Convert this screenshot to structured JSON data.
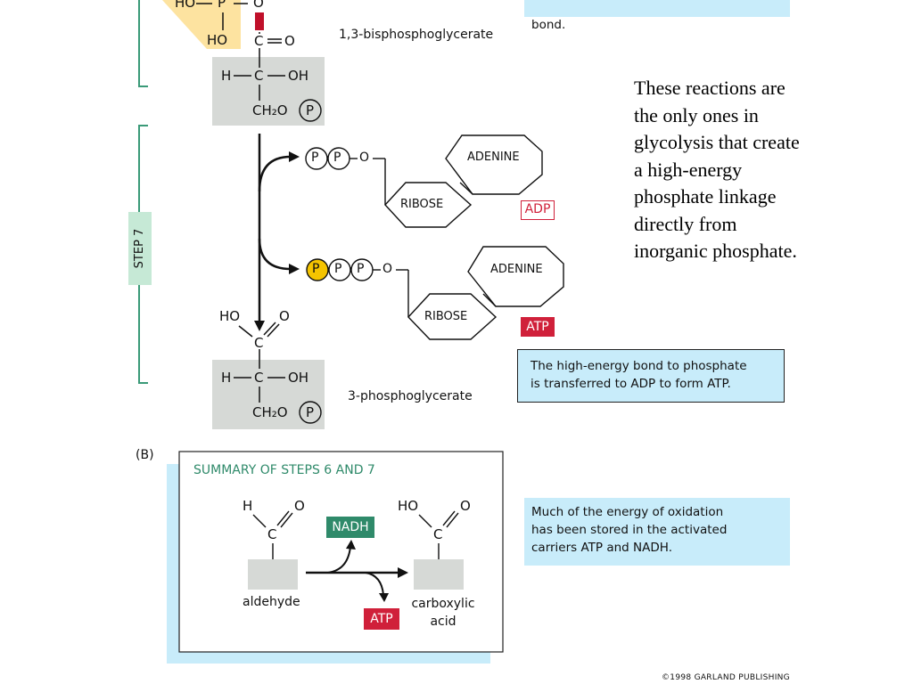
{
  "diagram": {
    "top_note": "bond.",
    "bpg": {
      "label": "1,3-bisphosphoglycerate",
      "atoms": {
        "HO1": "HO",
        "P": "P",
        "O_top": "O",
        "HO2": "HO",
        "C": "C",
        "O_dbl": "O",
        "H": "H",
        "C2": "C",
        "OH": "OH",
        "CH2O": "CH₂O",
        "Pcircle": "P"
      }
    },
    "step_label": "STEP 7",
    "adp_molecule": {
      "p1": "P",
      "p2": "P",
      "o": "O",
      "adenine": "ADENINE",
      "ribose": "RIBOSE",
      "tag": "ADP"
    },
    "atp_molecule": {
      "p1": "P",
      "p2": "P",
      "p3": "P",
      "o": "O",
      "adenine": "ADENINE",
      "ribose": "RIBOSE",
      "tag": "ATP"
    },
    "pg": {
      "label": "3-phosphoglycerate",
      "atoms": {
        "HO": "HO",
        "O": "O",
        "C": "C",
        "H": "H",
        "C2": "C",
        "OH": "OH",
        "CH2O": "CH₂O",
        "Pcircle": "P"
      }
    },
    "transfer_note": "The high-energy bond to phosphate\nis transferred to ADP to form ATP."
  },
  "side_text": "These reactions are\nthe only ones in\nglycolysis that create\na high-energy\nphosphate linkage\ndirectly from\ninorganic phosphate.",
  "panel_b": {
    "letter": "(B)",
    "title": "SUMMARY OF STEPS 6 AND 7",
    "aldehyde": {
      "H": "H",
      "O": "O",
      "C": "C",
      "label": "aldehyde"
    },
    "nadh": "NADH",
    "atp": "ATP",
    "acid": {
      "HO": "HO",
      "O": "O",
      "C": "C",
      "label_line1": "carboxylic",
      "label_line2": "acid"
    },
    "energy_note": "Much of the energy of oxidation\nhas been stored in the activated\ncarriers ATP and NADH."
  },
  "copyright": "©1998 GARLAND PUBLISHING",
  "colors": {
    "note_blue": "#c8ecfa",
    "step_green": "#3a9a78",
    "atp_red": "#d0203a",
    "nadh_green": "#2f8a6a",
    "p_yellow": "#f5c400",
    "gray_box": "#d6d9d6"
  }
}
